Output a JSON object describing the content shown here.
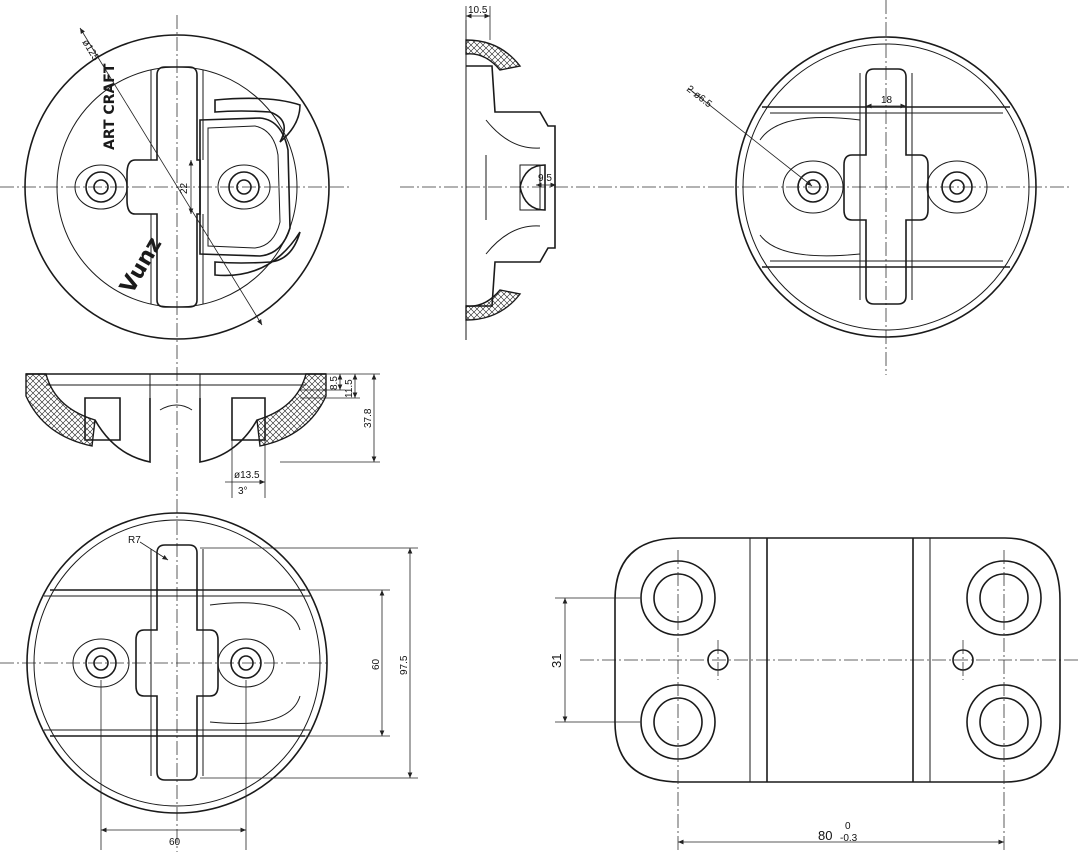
{
  "dimensions": {
    "top_left": {
      "diameter": "ø125",
      "height": "22"
    },
    "side": {
      "width_top": "10.5",
      "depth": "9.5"
    },
    "top_right": {
      "holes": "2-ø6.5",
      "slot_width": "18"
    },
    "section": {
      "d1": "8.5",
      "d2": "11.5",
      "total_height": "37.8",
      "bore": "ø13.5",
      "chamfer": "3°"
    },
    "bottom_left": {
      "radius": "R7",
      "inner_span": "60",
      "overall": "97.5",
      "hole_pitch": "60"
    },
    "plate": {
      "hole_pitch_v": "31",
      "length": "80",
      "tol_upper": "0",
      "tol_lower": "-0.3"
    }
  },
  "logo": {
    "brand": "Vunz",
    "sub": "ART CRAFT"
  },
  "colors": {
    "line": "#1a1a1a",
    "background": "#ffffff"
  }
}
